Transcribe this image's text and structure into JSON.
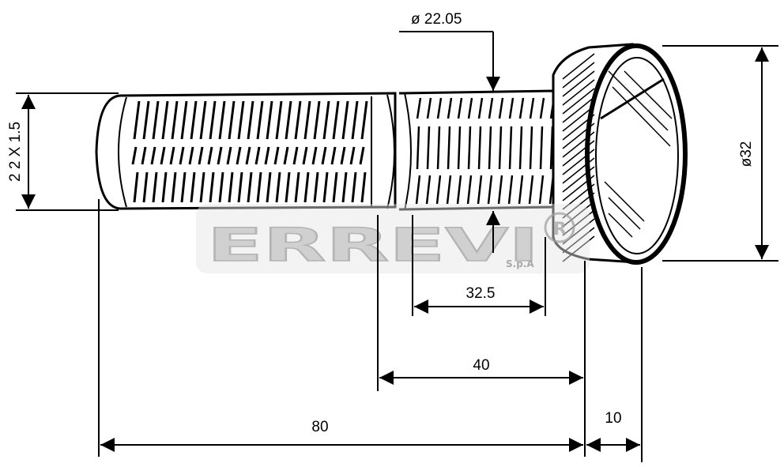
{
  "drawing": {
    "dimensions": {
      "thread_spec": "2 2 X 1.5",
      "knurl_diameter": "ø 22.05",
      "head_diameter": "ø32",
      "knurl_length": "32.5",
      "shank_to_head": "40",
      "thread_length": "80",
      "head_thickness": "10"
    },
    "watermark": {
      "brand": "ERREVI",
      "suffix": "S.p.A",
      "registered": "R"
    }
  }
}
